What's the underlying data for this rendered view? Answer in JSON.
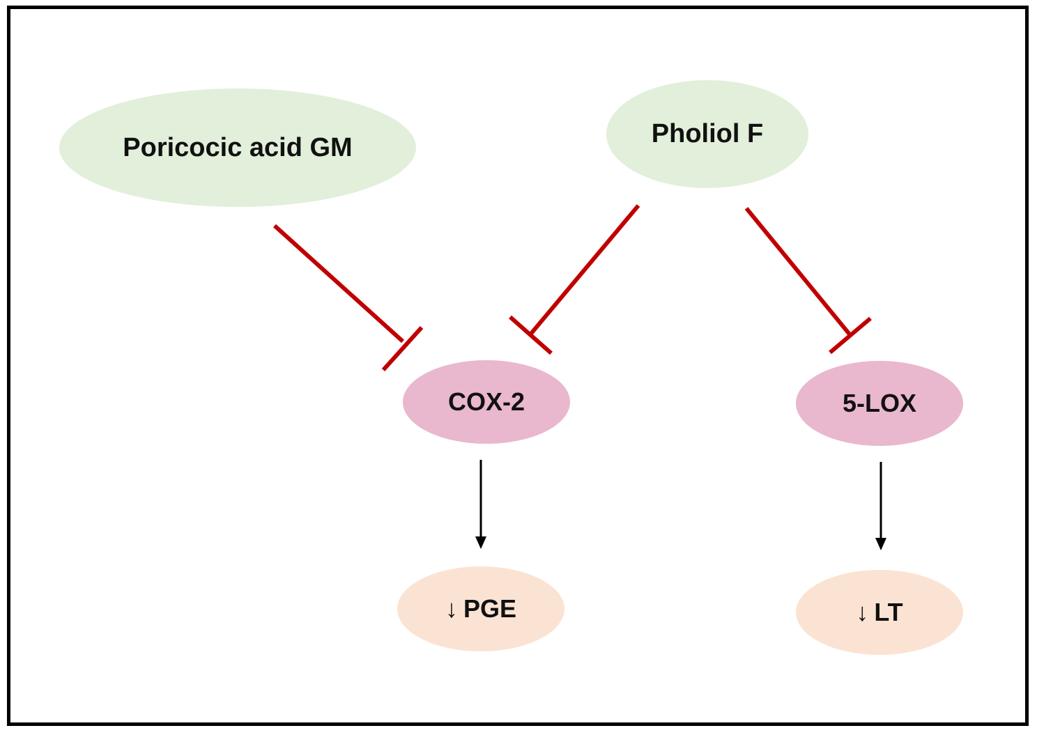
{
  "nodes": {
    "poricocic": {
      "label": "Poricocic acid GM",
      "color": "#e2efda"
    },
    "pholiol": {
      "label": "Pholiol F",
      "color": "#e2efda"
    },
    "cox2": {
      "label": "COX-2",
      "color": "#e9b7ce"
    },
    "lox": {
      "label": "5-LOX",
      "color": "#e9b7ce"
    },
    "pge": {
      "arrow": "↓",
      "label": "PGE",
      "color": "#fbe3d4"
    },
    "lt": {
      "arrow": "↓",
      "label": "LT",
      "color": "#fbe3d4"
    }
  },
  "edges": [
    {
      "from": "Poricocic acid GM",
      "to": "COX-2",
      "type": "inhibition",
      "color": "#c00000"
    },
    {
      "from": "Pholiol F",
      "to": "COX-2",
      "type": "inhibition",
      "color": "#c00000"
    },
    {
      "from": "Pholiol F",
      "to": "5-LOX",
      "type": "inhibition",
      "color": "#c00000"
    },
    {
      "from": "COX-2",
      "to": "PGE",
      "type": "activation",
      "color": "#000000"
    },
    {
      "from": "5-LOX",
      "to": "LT",
      "type": "activation",
      "color": "#000000"
    }
  ]
}
